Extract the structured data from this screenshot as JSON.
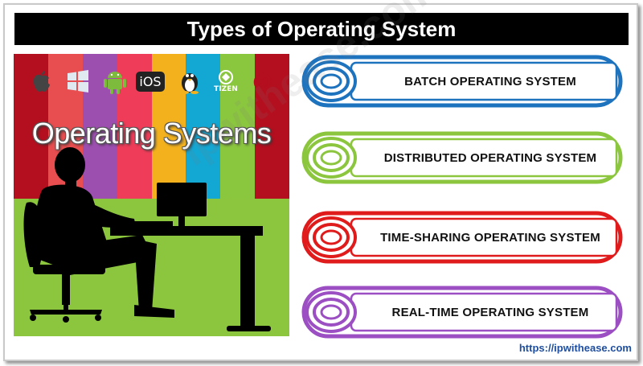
{
  "title": "Types of Operating System",
  "image_panel": {
    "heading": "Operating Systems",
    "stripe_colors": [
      "#b40f1f",
      "#e84d4f",
      "#9d4fb0",
      "#ef3d59",
      "#f3b21d",
      "#13a7d4",
      "#8bc63f",
      "#b40f1f"
    ],
    "logos": [
      {
        "name": "apple-logo-icon",
        "text": ""
      },
      {
        "name": "windows-logo-icon",
        "text": ""
      },
      {
        "name": "android-logo-icon",
        "text": ""
      },
      {
        "name": "ios-logo-icon",
        "text": "iOS"
      },
      {
        "name": "linux-tux-logo-icon",
        "text": ""
      },
      {
        "name": "tizen-logo-icon",
        "text": "TIZEN"
      },
      {
        "name": "debian-logo-icon",
        "text": "@"
      }
    ]
  },
  "types": [
    {
      "label": "BATCH OPERATING SYSTEM",
      "color": "#1e73be"
    },
    {
      "label": "DISTRIBUTED OPERATING SYSTEM",
      "color": "#8cc63e"
    },
    {
      "label": "TIME-SHARING OPERATING SYSTEM",
      "color": "#e01b1b"
    },
    {
      "label": "REAL-TIME OPERATING SYSTEM",
      "color": "#9b4fc2"
    }
  ],
  "watermark": "ipwithease.com",
  "footer_url": "https://ipwithease.com"
}
